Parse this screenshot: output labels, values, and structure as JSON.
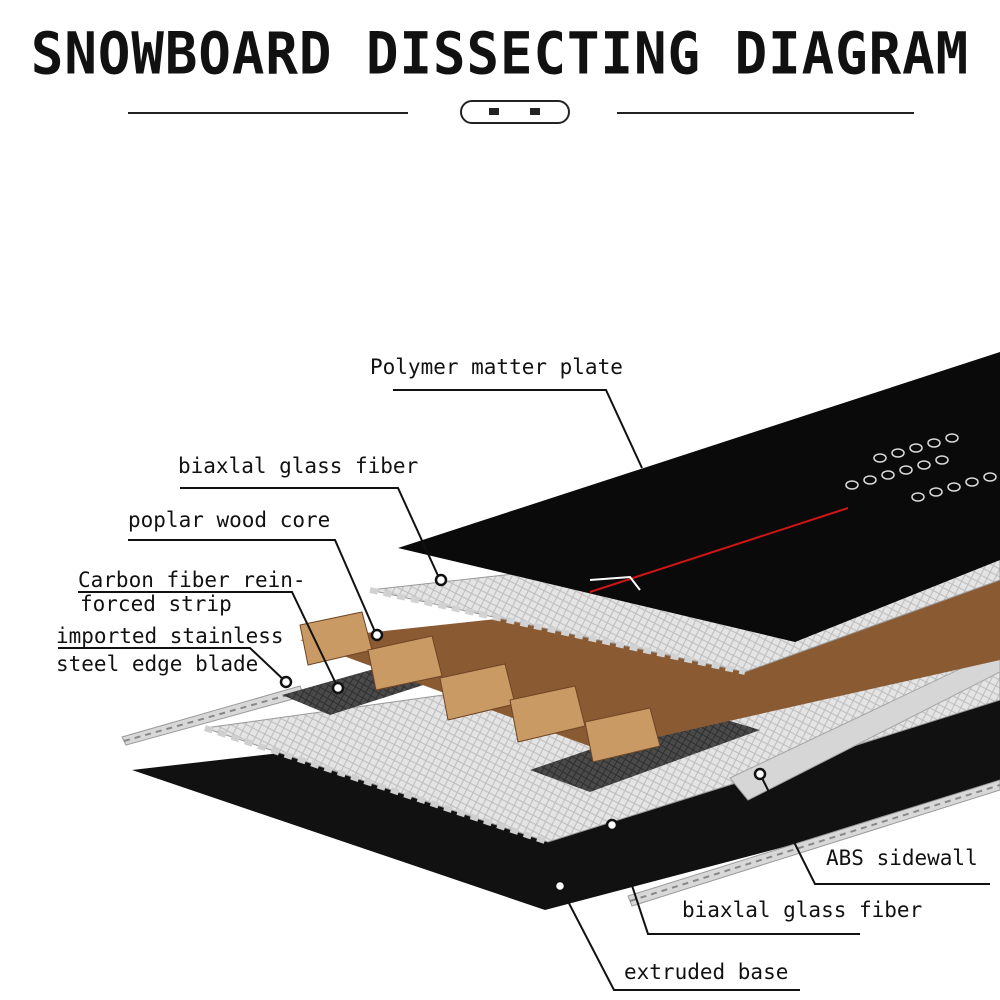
{
  "title": "SNOWBOARD DISSECTING DIAGRAM",
  "colors": {
    "ink": "#111111",
    "top_plate": "#0a0a0a",
    "glass_fiber": "#e3e3e3",
    "wood_light": "#c99a63",
    "wood_dark": "#8a5a33",
    "carbon": "#4a4a4a",
    "base": "#111111",
    "sidewall": "#d6d6d6",
    "accent_line": "#d01515"
  },
  "labels": {
    "polymer": "Polymer matter plate",
    "glass_top": "biaxlal glass fiber",
    "wood": "poplar wood core",
    "carbon_1": "Carbon fiber rein-",
    "carbon_2": "forced strip",
    "steel_1": "imported stainless",
    "steel_2": "steel edge blade",
    "abs": "ABS sidewall",
    "glass_bottom": "biaxlal glass fiber",
    "base": "extruded base"
  }
}
